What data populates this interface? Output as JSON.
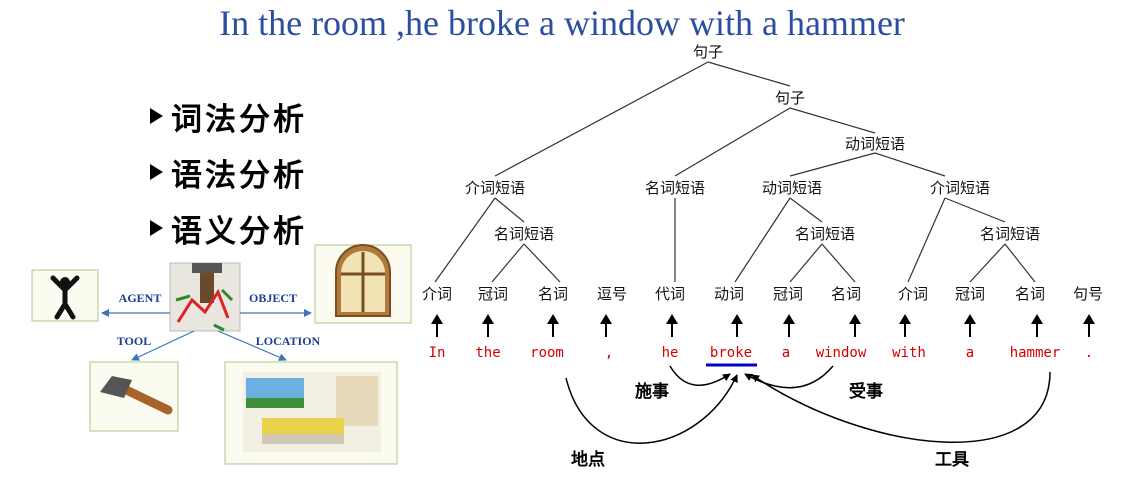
{
  "title": "In the room ,he broke a window with a hammer",
  "bullets": [
    "词法分析",
    "语法分析",
    "语义分析"
  ],
  "tree": {
    "root": "句子",
    "sentence2": "句子",
    "verb_phrase": "动词短语",
    "prep_phrase1": "介词短语",
    "noun_phrase_subject": "名词短语",
    "verb_phrase_inner": "动词短语",
    "prep_phrase2": "介词短语",
    "noun_phrase1": "名词短语",
    "noun_phrase2": "名词短语",
    "noun_phrase3": "名词短语"
  },
  "pos_tags": [
    "介词",
    "冠词",
    "名词",
    "逗号",
    "代词",
    "动词",
    "冠词",
    "名词",
    "介词",
    "冠词",
    "名词",
    "句号"
  ],
  "words": [
    "In",
    "the",
    "room",
    ",",
    "he",
    "broke",
    "a",
    "window",
    "with",
    "a",
    "hammer",
    "."
  ],
  "relations": {
    "agent": "施事",
    "patient": "受事",
    "location": "地点",
    "tool": "工具"
  },
  "roles": {
    "agent": "AGENT",
    "object": "OBJECT",
    "tool": "TOOL",
    "location": "LOCATION"
  },
  "colors": {
    "title": "#2c4ea0",
    "word": "#d40000",
    "underline": "#0000cc",
    "role": "#1b3f8f",
    "image_border": "#a8c88a",
    "image_bg": "#fbfbef"
  },
  "icons": [
    "person-icon",
    "window-icon",
    "hammer-icon",
    "bedroom-icon",
    "break-icon"
  ]
}
